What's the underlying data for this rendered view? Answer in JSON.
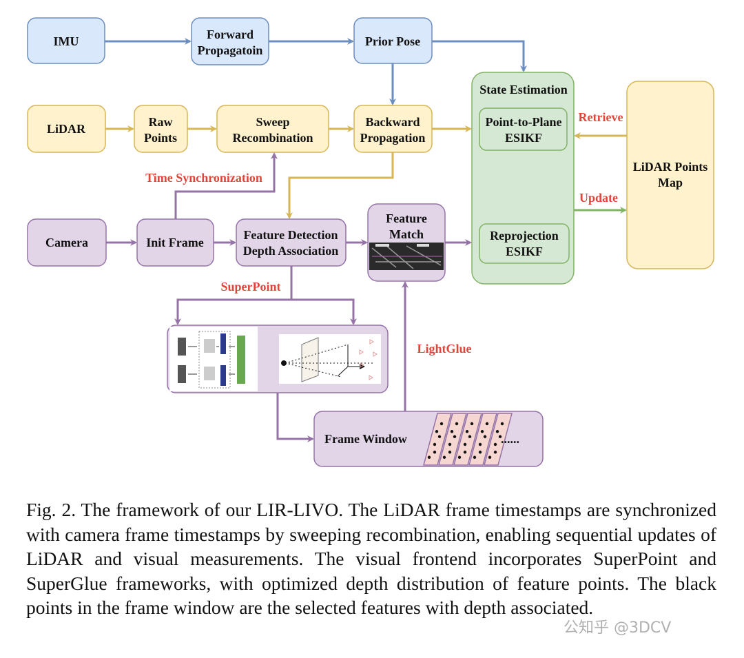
{
  "colors": {
    "blue_fill": "#dae8fc",
    "blue_stroke": "#6c8ebf",
    "yellow_fill": "#fff2cc",
    "yellow_stroke": "#d6b656",
    "purple_fill": "#e1d5e7",
    "purple_stroke": "#9673a6",
    "green_fill": "#d5e8d4",
    "green_stroke": "#82b366",
    "label_red": "#e0443a"
  },
  "nodes": {
    "imu": "IMU",
    "forward": [
      "Forward",
      "Propagatoin"
    ],
    "prior": "Prior Pose",
    "lidar": "LiDAR",
    "raw": [
      "Raw",
      "Points"
    ],
    "sweep": [
      "Sweep",
      "Recombination"
    ],
    "backward": [
      "Backward",
      "Propagation"
    ],
    "state": "State Estimation",
    "p2p": [
      "Point-to-Plane",
      "ESIKF"
    ],
    "reproj": [
      "Reprojection",
      "ESIKF"
    ],
    "map": [
      "LiDAR Points",
      "Map"
    ],
    "camera": "Camera",
    "init": "Init Frame",
    "fd": [
      "Feature Detection",
      "Depth Association"
    ],
    "fm": [
      "Feature",
      "Match"
    ],
    "window": "Frame Window",
    "ellipsis": "......"
  },
  "edge_labels": {
    "time_sync": "Time Synchronization",
    "retrieve": "Retrieve",
    "update": "Update",
    "superpoint": "SuperPoint",
    "lightglue": "LightGlue"
  },
  "caption": "Fig. 2.  The framework of our LIR-LIVO. The LiDAR frame timestamps are synchronized with camera frame timestamps by sweeping recombination, enabling sequential updates of LiDAR and visual measurements. The visual frontend incorporates SuperPoint and SuperGlue frameworks, with optimized depth distribution of feature points. The black points in the frame window are the selected features with depth associated.",
  "watermark": "公知乎 @3DCV"
}
